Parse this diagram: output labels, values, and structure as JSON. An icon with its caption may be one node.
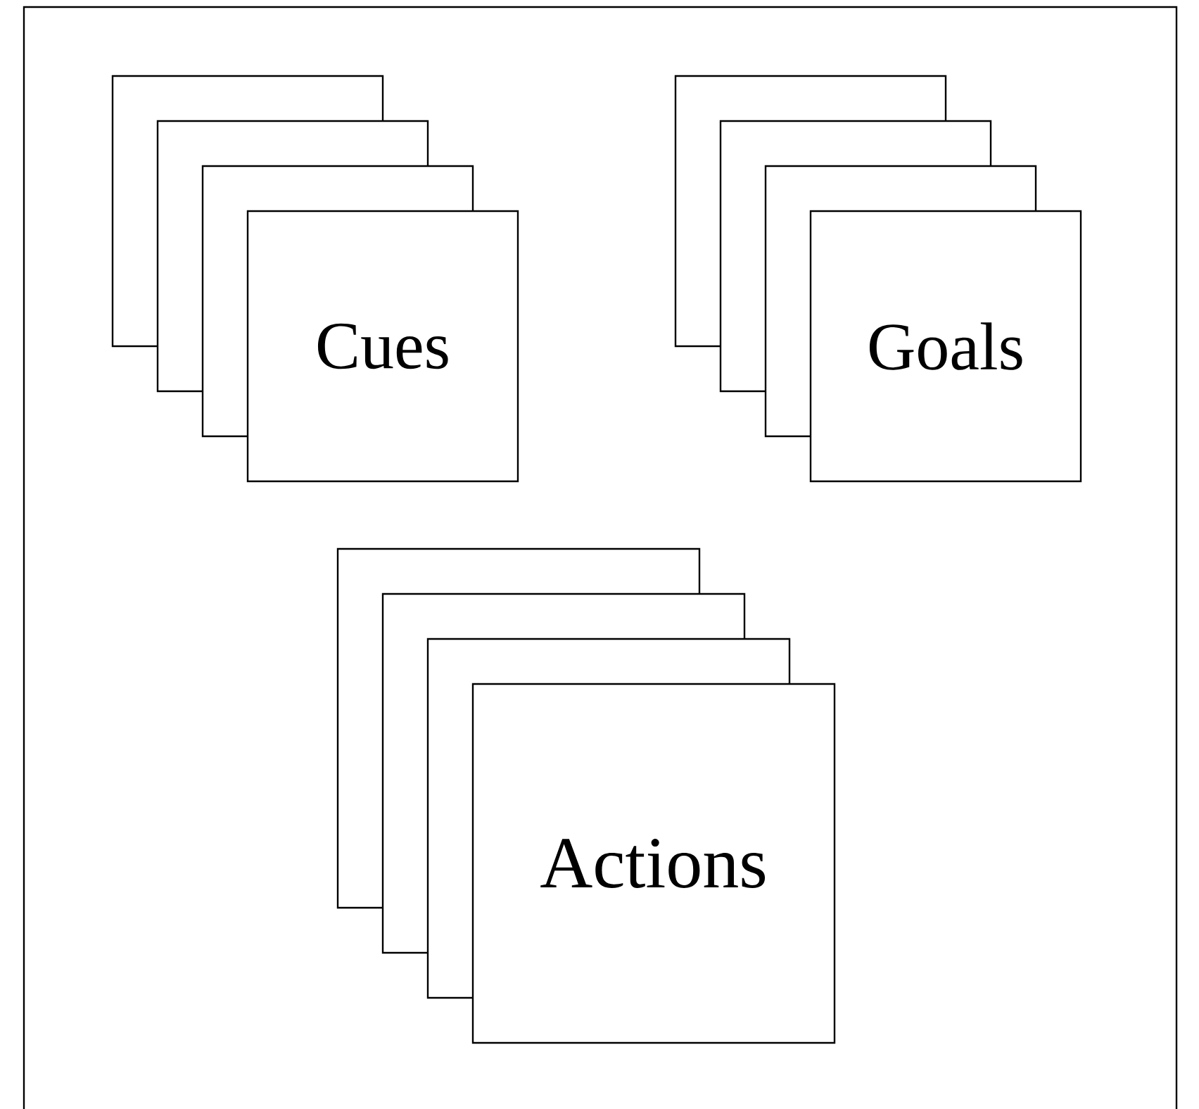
{
  "diagram": {
    "nodes": [
      {
        "text": [
          "Cues"
        ]
      },
      {
        "text": [
          "Goals"
        ]
      },
      {
        "text": [
          "Actions"
        ]
      }
    ]
  }
}
